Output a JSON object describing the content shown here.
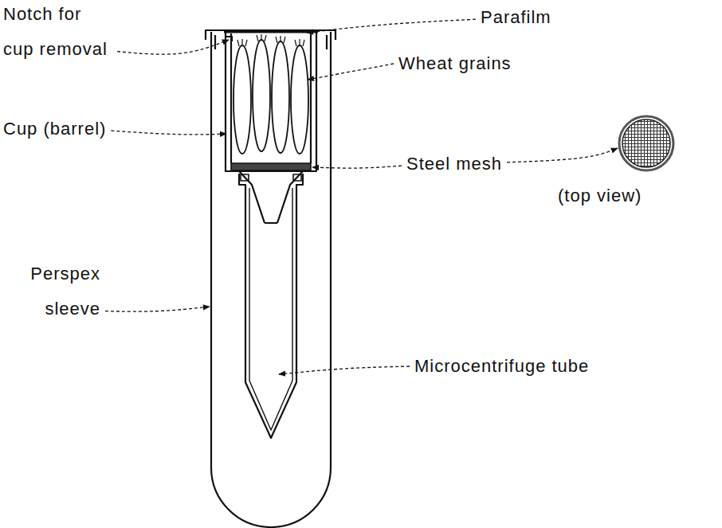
{
  "diagram": {
    "labels": [
      "Notch for cup removal",
      "Parafilm",
      "Wheat grains",
      "Cup (barrel)",
      "Steel mesh",
      "(top view)",
      "Microcentrifuge tube",
      "Perspex sleeve"
    ]
  }
}
